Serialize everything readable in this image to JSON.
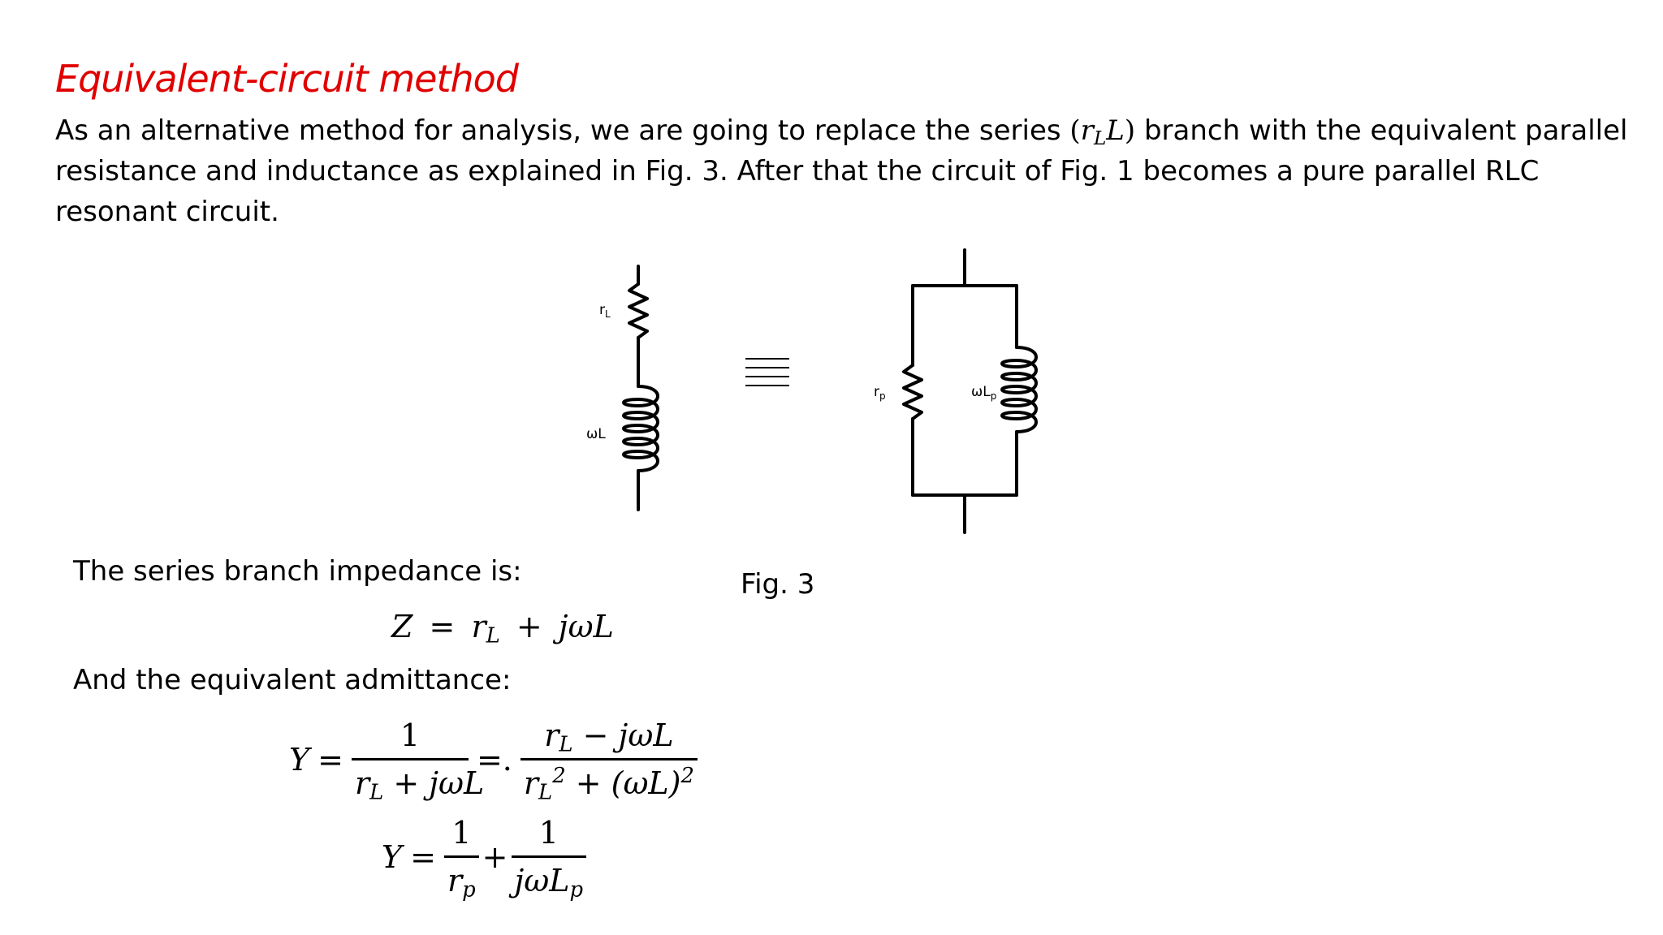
{
  "title": "Equivalent-circuit method",
  "intro": {
    "part1": "As an alternative method for analysis, we are going to replace the series ",
    "paren_open": "(",
    "r": "r",
    "r_sub": "L",
    "L": "L",
    "paren_close": ")",
    "part2": " branch with the equivalent parallel resistance and inductance as explained in Fig. 3. After that the circuit of Fig. 1 becomes a pure parallel RLC resonant circuit."
  },
  "series_label": "The series branch impedance is:",
  "admittance_label": "And the equivalent admittance:",
  "eq1": {
    "lhs": "Z",
    "eq": "=",
    "r": "r",
    "r_sub": "L",
    "plus": "+",
    "jwL": "jωL"
  },
  "eq2": {
    "lhs": "Y",
    "eq": "=",
    "num1": "1",
    "den1_r": "r",
    "den1_sub": "L",
    "den1_rest": " + jωL",
    "eq_dot": "=.",
    "num2_r": "r",
    "num2_sub": "L",
    "num2_rest": " − jωL",
    "den2_r": "r",
    "den2_sub": "L",
    "den2_sup": "2",
    "den2_rest": " + (ωL)",
    "den2_sup2": "2"
  },
  "eq3": {
    "lhs": "Y",
    "eq": "=",
    "num1": "1",
    "den1_r": "r",
    "den1_sub": "p",
    "plus": "+",
    "num2": "1",
    "den2": "jωL",
    "den2_sub": "p"
  },
  "figure": {
    "caption": "Fig. 3",
    "series_r_label": "r",
    "series_r_sub": "L",
    "series_l_label": "ωL",
    "equiv_symbol": "≡",
    "parallel_r_label": "r",
    "parallel_r_sub": "p",
    "parallel_l_label": "ωL",
    "parallel_l_sub": "p"
  }
}
